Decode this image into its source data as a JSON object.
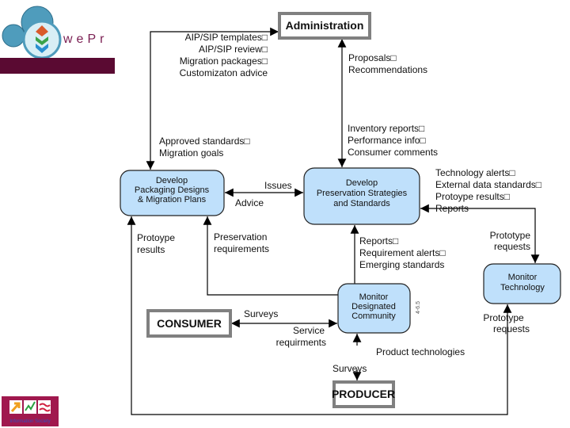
{
  "logo": {
    "text": "wePr",
    "banner_color": "#5a0a32"
  },
  "footer_logo": {
    "text": "Information Society",
    "color": "#a0184e"
  },
  "colors": {
    "process_fill": "#bfe0fb",
    "external_border": "#808080",
    "line": "#000000"
  },
  "entities": {
    "administration": "Administration",
    "consumer": "CONSUMER",
    "producer": "PRODUCER"
  },
  "processes": {
    "packaging": [
      "Develop",
      "Packaging Designs",
      "& Migration Plans"
    ],
    "strategies": [
      "Develop",
      "Preservation Strategies",
      "and Standards"
    ],
    "community": [
      "Monitor",
      "Designated",
      "Community"
    ],
    "technology": [
      "Monitor",
      "Technology"
    ],
    "figure_number": "4-6.5"
  },
  "flows": {
    "to_admin": [
      "AIP/SIP templates□",
      "AIP/SIP review□",
      "Migration  packages□",
      "Customizaton advice"
    ],
    "from_admin_pack": [
      "Approved standards□",
      "Migration goals"
    ],
    "admin_proposals": [
      "Proposals□",
      "Recommendations"
    ],
    "to_admin_reports": [
      "Inventory reports□",
      "Performance info□",
      "Consumer comments"
    ],
    "issues": "Issues",
    "advice": "Advice",
    "tech_alerts": [
      "Technology alerts□",
      "External data standards□",
      "Protoype results□",
      "Reports"
    ],
    "prototype_requests_top": [
      "Prototype",
      "requests"
    ],
    "prototype_requests_bottom": [
      "Prototype",
      "requests"
    ],
    "protoype_results": [
      "Protoype",
      "results"
    ],
    "preservation_requirements": [
      "Preservation",
      "requirements"
    ],
    "community_reports": [
      "Reports□",
      "Requirement alerts□",
      "Emerging standards"
    ],
    "consumer_surveys": "Surveys",
    "service_requirements": [
      "Service",
      "requirments"
    ],
    "product_technologies": "Product  technologies",
    "producer_surveys": "Surveys"
  }
}
